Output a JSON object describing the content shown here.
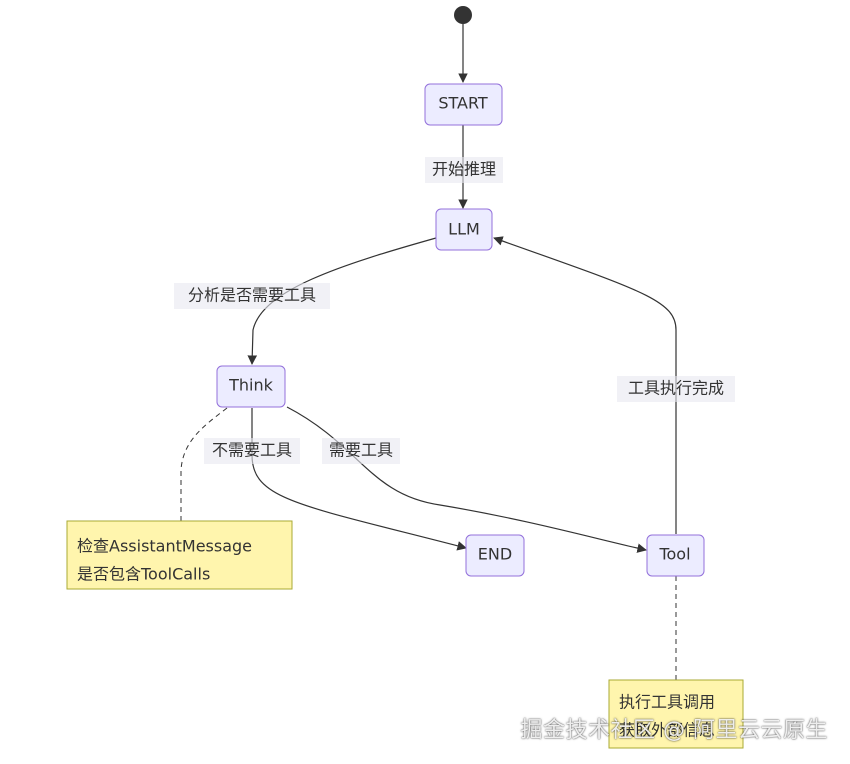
{
  "states": {
    "start": "START",
    "llm": "LLM",
    "think": "Think",
    "end": "END",
    "tool": "Tool"
  },
  "edges": {
    "start_llm": "开始推理",
    "llm_think": "分析是否需要工具",
    "think_end": "不需要工具",
    "think_tool": "需要工具",
    "tool_llm": "工具执行完成"
  },
  "notes": {
    "think_note": [
      "检查AssistantMessage",
      "是否包含ToolCalls"
    ],
    "tool_note": [
      "执行工具调用",
      "获取外部信息"
    ]
  },
  "watermark": "掘金技术社区 @ 阿里云云原生",
  "colors": {
    "state_fill": "#ECECFF",
    "state_stroke": "#9370DB",
    "note_fill": "#FFF5AD",
    "note_stroke": "#AAAA33"
  }
}
